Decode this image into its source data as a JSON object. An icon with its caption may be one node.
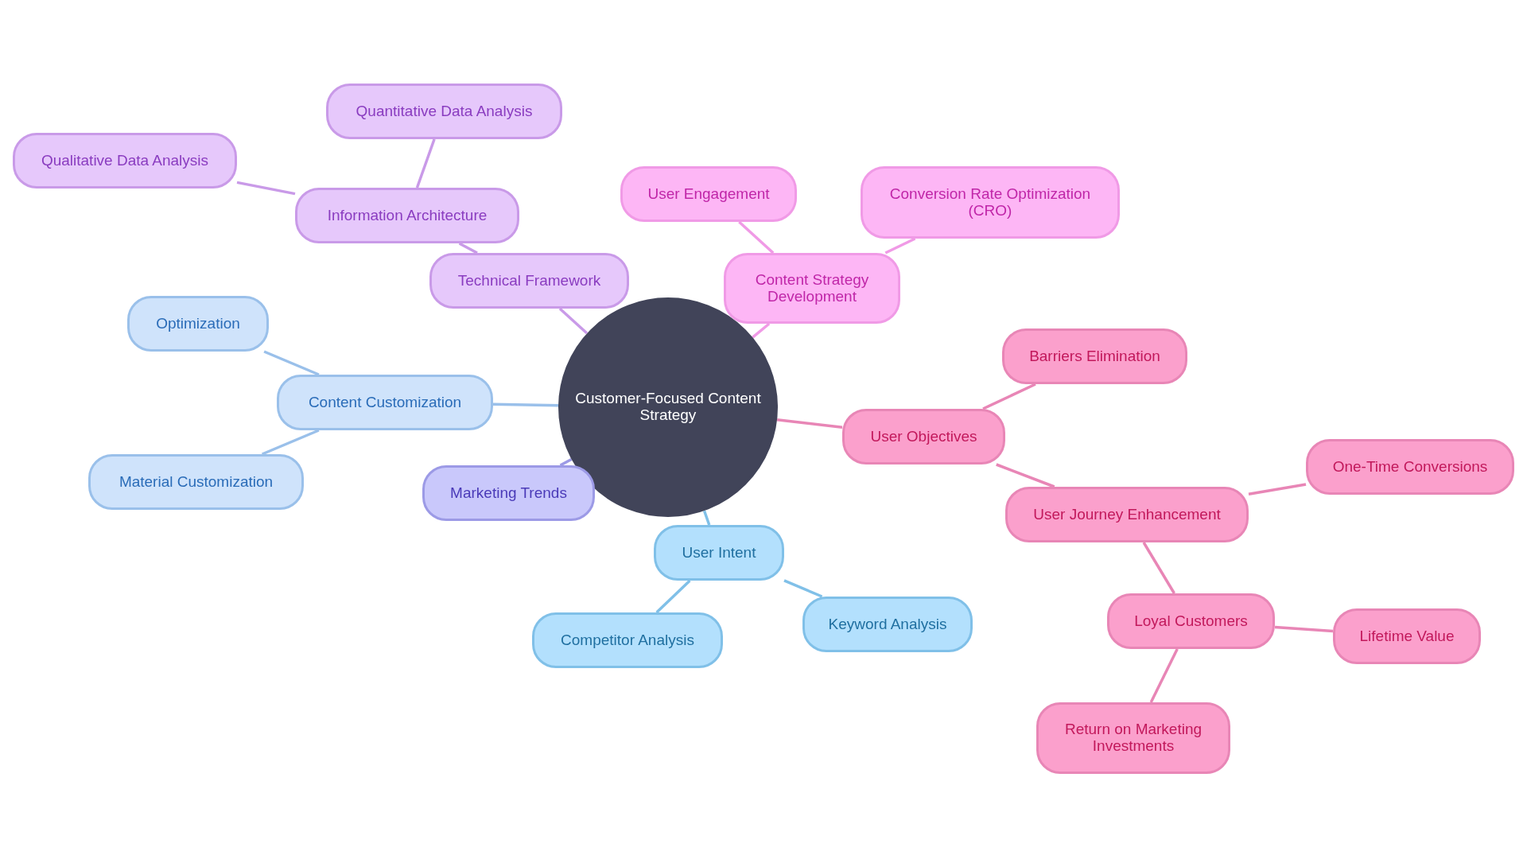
{
  "diagram": {
    "nodes": [
      {
        "text": [
          "Customer-Focused Content Strategy"
        ]
      },
      {
        "text": [
          "Technical Framework"
        ]
      },
      {
        "text": [
          "Information Architecture"
        ]
      },
      {
        "text": [
          "Quantitative Data Analysis"
        ]
      },
      {
        "text": [
          "Qualitative Data Analysis"
        ]
      },
      {
        "text": [
          "Content Strategy Development"
        ]
      },
      {
        "text": [
          "User Engagement"
        ]
      },
      {
        "text": [
          "Conversion Rate Optimization (CRO)"
        ]
      },
      {
        "text": [
          "User Objectives"
        ]
      },
      {
        "text": [
          "Barriers Elimination"
        ]
      },
      {
        "text": [
          "User Journey Enhancement"
        ]
      },
      {
        "text": [
          "One-Time Conversions"
        ]
      },
      {
        "text": [
          "Loyal Customers"
        ]
      },
      {
        "text": [
          "Lifetime Value"
        ]
      },
      {
        "text": [
          "Return on Marketing Investments"
        ]
      },
      {
        "text": [
          "User Intent"
        ]
      },
      {
        "text": [
          "Competitor Analysis"
        ]
      },
      {
        "text": [
          "Keyword Analysis"
        ]
      },
      {
        "text": [
          "Marketing Trends"
        ]
      },
      {
        "text": [
          "Content Customization"
        ]
      },
      {
        "text": [
          "Optimization"
        ]
      },
      {
        "text": [
          "Material Customization"
        ]
      }
    ],
    "edges": [
      {
        "from": 0,
        "to": 1,
        "arrow": "none",
        "color": "#c99ae8"
      },
      {
        "from": 1,
        "to": 2,
        "arrow": "none",
        "color": "#c99ae8"
      },
      {
        "from": 2,
        "to": 3,
        "arrow": "none",
        "color": "#c99ae8"
      },
      {
        "from": 2,
        "to": 4,
        "arrow": "none",
        "color": "#c99ae8"
      },
      {
        "from": 0,
        "to": 5,
        "arrow": "none",
        "color": "#f09ae6"
      },
      {
        "from": 5,
        "to": 6,
        "arrow": "none",
        "color": "#f09ae6"
      },
      {
        "from": 5,
        "to": 7,
        "arrow": "none",
        "color": "#f09ae6"
      },
      {
        "from": 0,
        "to": 8,
        "arrow": "none",
        "color": "#e886b6"
      },
      {
        "from": 8,
        "to": 9,
        "arrow": "none",
        "color": "#e886b6"
      },
      {
        "from": 8,
        "to": 10,
        "arrow": "none",
        "color": "#e886b6"
      },
      {
        "from": 10,
        "to": 11,
        "arrow": "none",
        "color": "#e886b6"
      },
      {
        "from": 10,
        "to": 12,
        "arrow": "none",
        "color": "#e886b6"
      },
      {
        "from": 12,
        "to": 13,
        "arrow": "none",
        "color": "#e886b6"
      },
      {
        "from": 12,
        "to": 14,
        "arrow": "none",
        "color": "#e886b6"
      },
      {
        "from": 0,
        "to": 15,
        "arrow": "none",
        "color": "#80c0e8"
      },
      {
        "from": 15,
        "to": 16,
        "arrow": "none",
        "color": "#80c0e8"
      },
      {
        "from": 15,
        "to": 17,
        "arrow": "none",
        "color": "#80c0e8"
      },
      {
        "from": 0,
        "to": 18,
        "arrow": "none",
        "color": "#9c9ae6"
      },
      {
        "from": 0,
        "to": 19,
        "arrow": "none",
        "color": "#9ac0ea"
      },
      {
        "from": 19,
        "to": 20,
        "arrow": "none",
        "color": "#9ac0ea"
      },
      {
        "from": 19,
        "to": 21,
        "arrow": "none",
        "color": "#9ac0ea"
      }
    ]
  }
}
